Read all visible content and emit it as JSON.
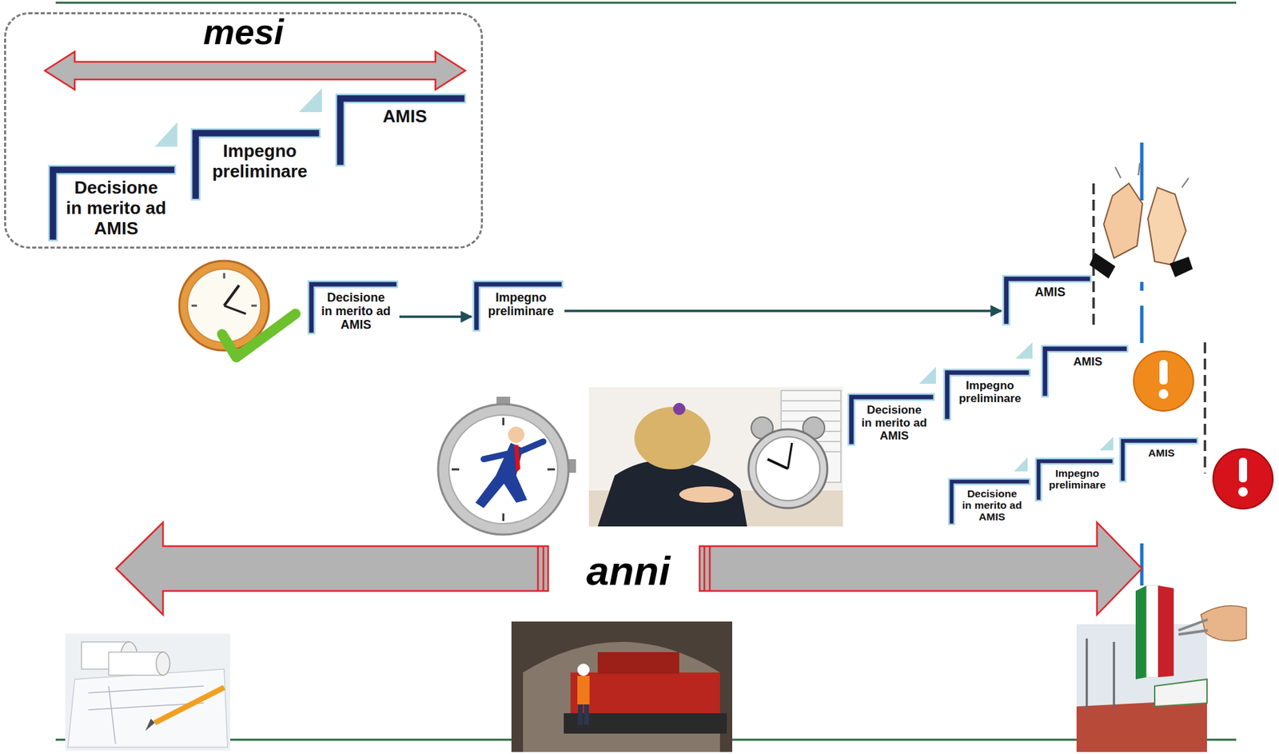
{
  "diagram": {
    "nodes": [
      {
        "text": [
          "mesi"
        ]
      },
      {
        "text": [
          "Decisione in merito ad AMIS"
        ],
        "in": 0
      },
      {
        "text": [
          "Impegno preliminare"
        ],
        "in": 0
      },
      {
        "text": [
          "AMIS"
        ],
        "in": 0
      },
      {
        "text": [
          "Decisione in merito ad AMIS"
        ]
      },
      {
        "text": [
          "Impegno preliminare"
        ]
      },
      {
        "text": [
          "AMIS"
        ]
      },
      {
        "text": [
          "Decisione in merito ad AMIS"
        ]
      },
      {
        "text": [
          "Impegno preliminare"
        ]
      },
      {
        "text": [
          "AMIS"
        ]
      },
      {
        "text": [
          "Decisione in merito ad AMIS"
        ]
      },
      {
        "text": [
          "Impegno preliminare"
        ]
      },
      {
        "text": [
          "AMIS"
        ]
      }
    ],
    "edges": [
      {
        "from": 4,
        "to": 5,
        "arrow": "to"
      },
      {
        "from": 5,
        "to": 6,
        "arrow": "to"
      }
    ],
    "labels": [
      "anni"
    ]
  }
}
